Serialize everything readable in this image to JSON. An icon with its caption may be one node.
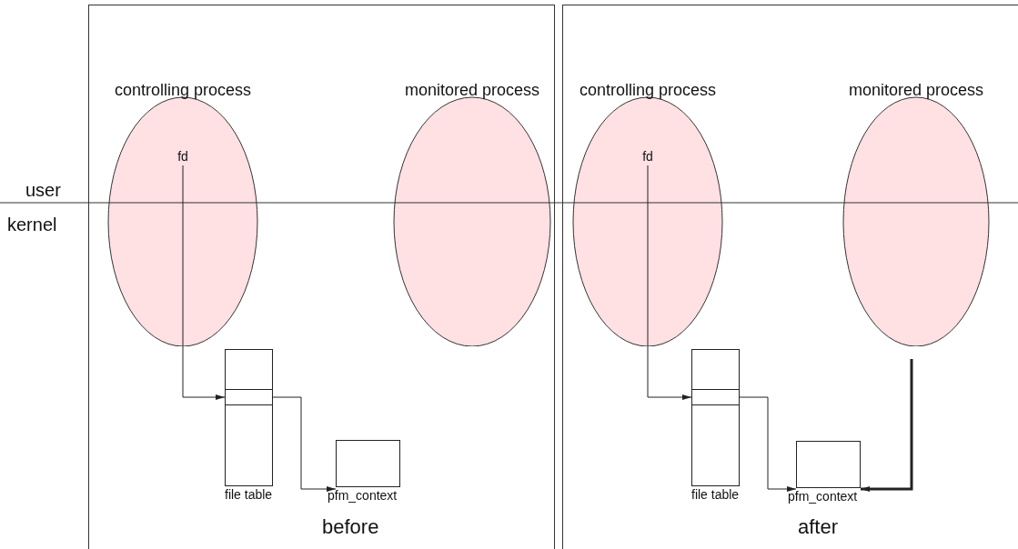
{
  "diagram": {
    "nodes": [
      {
        "text": [
          "before"
        ]
      },
      {
        "text": [
          "controlling process"
        ],
        "in": 0
      },
      {
        "text": [
          "fd"
        ],
        "in": 1
      },
      {
        "text": [
          "monitored process"
        ],
        "in": 0
      },
      {
        "text": [],
        "shape": "box",
        "beside": [
          "file table"
        ],
        "in": 0
      },
      {
        "text": [],
        "shape": "box",
        "in": 4
      },
      {
        "text": [],
        "shape": "box",
        "beside": [
          "pfm_context"
        ],
        "in": 0
      },
      {
        "text": [
          "after"
        ]
      },
      {
        "text": [
          "controlling process"
        ],
        "in": 7
      },
      {
        "text": [
          "fd"
        ],
        "in": 8
      },
      {
        "text": [
          "monitored process"
        ],
        "in": 7
      },
      {
        "text": [],
        "shape": "box",
        "beside": [
          "file table"
        ],
        "in": 7
      },
      {
        "text": [],
        "shape": "box",
        "in": 11
      },
      {
        "text": [],
        "shape": "box",
        "beside": [
          "pfm_context"
        ],
        "in": 7
      }
    ],
    "edges": [
      {
        "from": 2,
        "to": 5,
        "arrow": "to"
      },
      {
        "from": 5,
        "to": 6,
        "arrow": "to"
      },
      {
        "from": 9,
        "to": 12,
        "arrow": "to"
      },
      {
        "from": 12,
        "to": 13,
        "arrow": "to"
      },
      {
        "from": 10,
        "to": 13,
        "arrow": "to",
        "style": "thick"
      }
    ],
    "labels": [
      "user",
      "kernel"
    ]
  }
}
